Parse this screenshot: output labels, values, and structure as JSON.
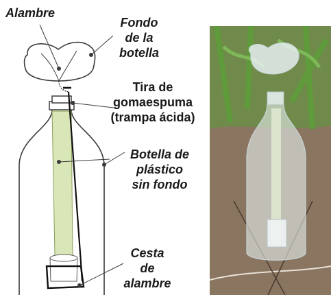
{
  "labels": {
    "wire": [
      "Alambre"
    ],
    "bottle_bottom": [
      "Fondo",
      "de la",
      "botella"
    ],
    "foam_strip": [
      "Tira de",
      "gomaespuma",
      "(trampa ácida)"
    ],
    "bottle": [
      "Botella de",
      "plástico",
      "sin fondo"
    ],
    "basket": [
      "Cesta",
      "de",
      "alambre"
    ]
  },
  "colors": {
    "outline": "#3a3a3a",
    "foam": "#d9e6b8",
    "soil": "#8a7560",
    "leaf": "#5f9b3b",
    "bottle_glass": "#e6eef0"
  }
}
